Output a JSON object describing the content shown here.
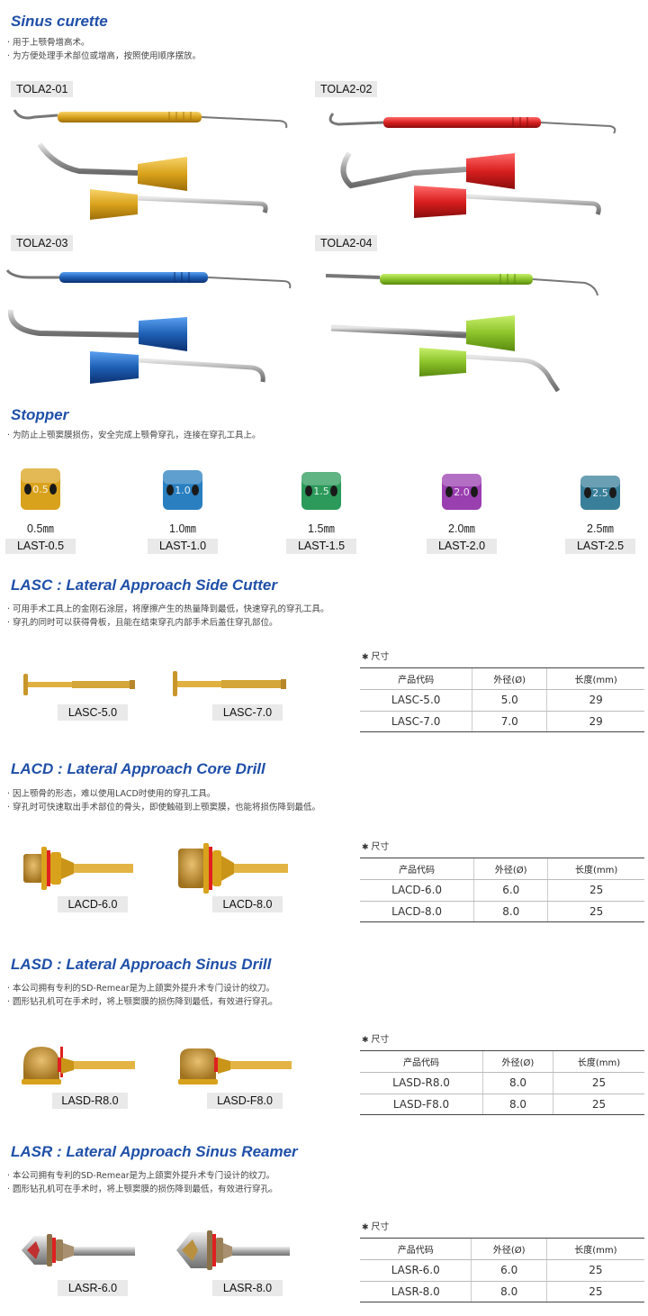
{
  "sinus": {
    "title": "Sinus curette",
    "bullets": [
      "用于上颚骨增高术。",
      "为方便处理手术部位或增高，按照使用顺序摆放。"
    ],
    "tools": [
      {
        "code": "TOLA2-01",
        "color": "#d9a21c"
      },
      {
        "code": "TOLA2-02",
        "color": "#d91f1f"
      },
      {
        "code": "TOLA2-03",
        "color": "#1e5fb4"
      },
      {
        "code": "TOLA2-04",
        "color": "#8cc32a"
      }
    ]
  },
  "stopper": {
    "title": "Stopper",
    "bullets": [
      "为防止上颚窦膜损伤，安全完成上颚骨穿孔，连接在穿孔工具上。"
    ],
    "items": [
      {
        "size": "0.5㎜",
        "code": "LAST-0.5",
        "color": "#d9a21c",
        "mark": "0.5"
      },
      {
        "size": "1.0㎜",
        "code": "LAST-1.0",
        "color": "#2a7fc0",
        "mark": "1.0"
      },
      {
        "size": "1.5㎜",
        "code": "LAST-1.5",
        "color": "#2b9a5a",
        "mark": "1.5"
      },
      {
        "size": "2.0㎜",
        "code": "LAST-2.0",
        "color": "#9a3fb0",
        "mark": "2.0"
      },
      {
        "size": "2.5㎜",
        "code": "LAST-2.5",
        "color": "#3a7f9a",
        "mark": "2.5"
      }
    ]
  },
  "headers": {
    "caption": "尺寸",
    "code": "产品代码",
    "diameter": "外径(Ø)",
    "length": "长度(mm)"
  },
  "lasc": {
    "title": "LASC : Lateral Approach Side Cutter",
    "bullets": [
      "可用手术工具上的金刚石涂层，将摩擦产生的热量降到最低，快速穿孔的穿孔工具。",
      "穿孔的同时可以获得骨板，且能在结束穿孔内部手术后盖住穿孔部位。"
    ],
    "labels": [
      "LASC-5.0",
      "LASC-7.0"
    ],
    "rows": [
      [
        "LASC-5.0",
        "5.0",
        "29"
      ],
      [
        "LASC-7.0",
        "7.0",
        "29"
      ]
    ]
  },
  "lacd": {
    "title": "LACD : Lateral Approach Core Drill",
    "bullets": [
      "因上颚骨的形态，难以使用LACD时使用的穿孔工具。",
      "穿孔时可快速取出手术部位的骨头，即使触碰到上颚窦膜，也能将损伤降到最低。"
    ],
    "labels": [
      "LACD-6.0",
      "LACD-8.0"
    ],
    "rows": [
      [
        "LACD-6.0",
        "6.0",
        "25"
      ],
      [
        "LACD-8.0",
        "8.0",
        "25"
      ]
    ]
  },
  "lasd": {
    "title": "LASD : Lateral Approach Sinus Drill",
    "bullets": [
      "本公司拥有专利的SD-Remear是为上颌窦外提升术专门设计的纹刀。",
      "圆形钻孔机可在手术时，将上颚窦膜的损伤降到最低，有效进行穿孔。"
    ],
    "labels": [
      "LASD-R8.0",
      "LASD-F8.0"
    ],
    "rows": [
      [
        "LASD-R8.0",
        "8.0",
        "25"
      ],
      [
        "LASD-F8.0",
        "8.0",
        "25"
      ]
    ]
  },
  "lasr": {
    "title": "LASR : Lateral Approach Sinus Reamer",
    "bullets": [
      "本公司拥有专利的SD-Remear是为上颌窦外提升术专门设计的纹刀。",
      "圆形钻孔机可在手术时，将上颚窦膜的损伤降到最低，有效进行穿孔。"
    ],
    "labels": [
      "LASR-6.0",
      "LASR-8.0"
    ],
    "rows": [
      [
        "LASR-6.0",
        "6.0",
        "25"
      ],
      [
        "LASR-8.0",
        "8.0",
        "25"
      ]
    ]
  }
}
